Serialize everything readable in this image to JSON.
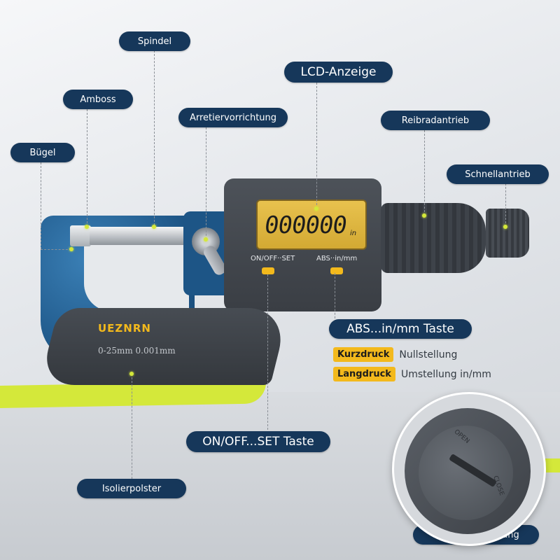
{
  "callouts": {
    "spindel": "Spindel",
    "amboss": "Amboss",
    "buegel": "Bügel",
    "arretier": "Arretiervorrichtung",
    "lcd": "LCD-Anzeige",
    "reibrad": "Reibradantrieb",
    "schnell": "Schnellantrieb",
    "abs_taste": "ABS...in/mm Taste",
    "onoff_taste": "ON/OFF...SET Taste",
    "isolier": "Isolierpolster",
    "batterie": "Batterieabdeckung"
  },
  "abs_info": {
    "short_tag": "Kurzdruck",
    "short_text": "Nullstellung",
    "long_tag": "Langdruck",
    "long_text": "Umstellung in/mm"
  },
  "device": {
    "display_value": "000000",
    "display_unit": "in",
    "button_left_label": "ON/OFF··SET",
    "button_right_label": "ABS··in/mm",
    "brand": "UEZNRN",
    "range_label": "0-25mm  0.001mm"
  },
  "battery_cover": {
    "open_label": "OPEN",
    "close_label": "CLOSE"
  },
  "colors": {
    "pill_bg": "#16375a",
    "accent_yellow": "#f3b91c",
    "stripe_green": "#d4e83a",
    "frame_blue": "#1d5586"
  }
}
